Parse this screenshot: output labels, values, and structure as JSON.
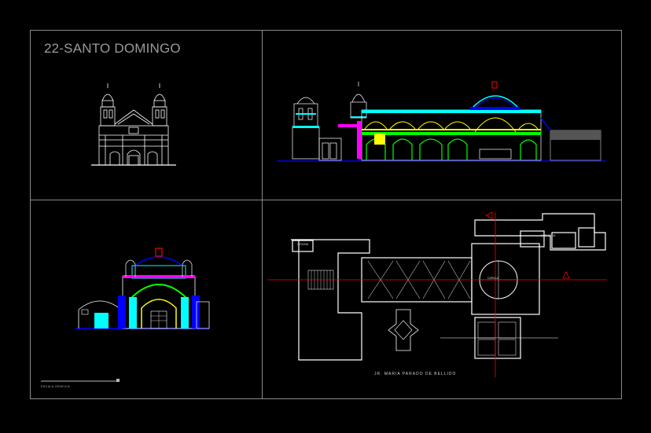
{
  "sheet": {
    "title": "22-SANTO DOMINGO",
    "plan_street_label": "JR. MARIA PARADO DE BELLIDO",
    "scale_note": "ESCALA GRAFICA",
    "room_labels": [
      "OFICINA",
      "SACRISTIA",
      "CAPILLA"
    ]
  },
  "colors": {
    "background": "#000000",
    "frame": "#8a8a8a",
    "white": "#ffffff",
    "cyan": "#00ffff",
    "yellow": "#ffff00",
    "green": "#00ff00",
    "blue": "#0000ff",
    "magenta": "#ff00ff",
    "red": "#ff0000",
    "grey": "#808080"
  }
}
